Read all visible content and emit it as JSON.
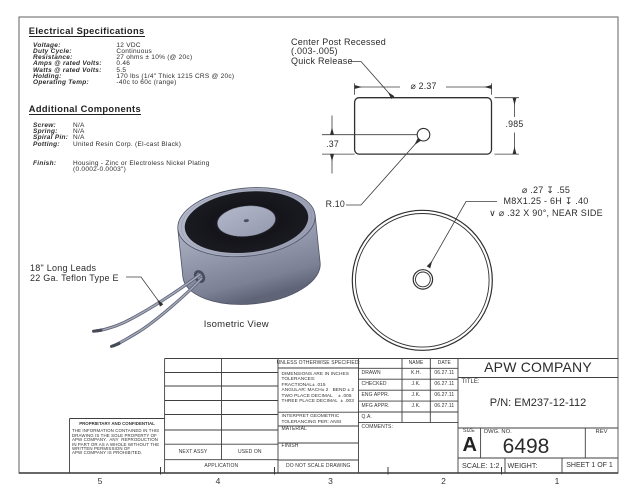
{
  "electrical_specs": {
    "heading": "Electrical Specifications",
    "rows": [
      {
        "label": "Voltage:",
        "value": "12 VDC"
      },
      {
        "label": "Duty Cycle:",
        "value": "Continuous"
      },
      {
        "label": "Resistance:",
        "value": "27 ohms ± 10% (@ 20c)"
      },
      {
        "label": "Amps @ rated Volts:",
        "value": "0.46"
      },
      {
        "label": "Watts @ rated Volts:",
        "value": "5.5"
      },
      {
        "label": "Holding:",
        "value": "170 lbs (1/4\" Thick 1215 CRS @ 20c)"
      },
      {
        "label": "Operating Temp:",
        "value": "-40c to 60c (range)"
      }
    ]
  },
  "additional_components": {
    "heading": "Additional Components",
    "rows": [
      {
        "label": "Screw:",
        "value": "N/A"
      },
      {
        "label": "Spring:",
        "value": "N/A"
      },
      {
        "label": "Spiral Pin:",
        "value": "N/A"
      },
      {
        "label": "Potting:",
        "value": "United Resin Corp. (El-cast Black)"
      }
    ],
    "finish_label": "Finish:",
    "finish_line1": "Housing - Zinc or Electroless Nickel Plating",
    "finish_line2": "(0.0002-0.0003\")"
  },
  "annotations": {
    "center_post_note": "Center Post Recessed\n(.003-.005)\nQuick Release",
    "dim_width": "⌀ 2.37",
    "dim_height": ".985",
    "dim_center": ".37",
    "radius_note": "R.10",
    "hole_callout_line1": "⌀ .27 ↧ .55",
    "hole_callout_line2": "M8X1.25 - 6H ↧ .40",
    "hole_callout_line3": "∨ ⌀ .32 X 90°, NEAR SIDE",
    "leads_note": "18\" Long Leads\n22 Ga. Teflon Type E",
    "iso_caption": "Isometric View"
  },
  "tolerance_block": {
    "header": "UNLESS OTHERWISE SPECIFIED:",
    "line1": "DIMENSIONS ARE IN INCHES",
    "line2": "TOLERANCES:",
    "line3": "FRACTIONAL± .015",
    "line4": "ANGULAR: MACH± 2   BEND ± 2",
    "line5": "TWO PLACE DECIMAL    ± .005",
    "line6": "THREE PLACE DECIMAL  ± .003",
    "interpret": "INTERPRET GEOMETRIC\nTOLERANCING PER: ANSI",
    "material_label": "MATERIAL",
    "finish_label": "FINISH",
    "no_scale": "DO NOT SCALE DRAWING"
  },
  "approvals": {
    "name_header": "NAME",
    "date_header": "DATE",
    "rows": [
      {
        "role": "DRAWN",
        "name": "K.H.",
        "date": "06.27.11"
      },
      {
        "role": "CHECKED",
        "name": "J.K.",
        "date": "06.27.11"
      },
      {
        "role": "ENG APPR.",
        "name": "J.K.",
        "date": "06.27.11"
      },
      {
        "role": "MFG APPR.",
        "name": "J.K.",
        "date": "06.27.11"
      },
      {
        "role": "Q.A.",
        "name": "",
        "date": ""
      }
    ],
    "comments_label": "COMMENTS:"
  },
  "application_block": {
    "next_assy": "NEXT ASSY",
    "used_on": "USED ON",
    "application": "APPLICATION"
  },
  "proprietary": {
    "heading": "PROPRIETARY AND CONFIDENTIAL",
    "body": "THE INFORMATION CONTAINED IN THIS\nDRAWING IS THE SOLE PROPERTY OF\nAPW COMPANY.  ANY  REPRODUCTION\nIN PART OR AS A WHOLE WITHOUT THE\nWRITTEN PERMISSION OF\nAPW COMPANY IS PROHIBITED."
  },
  "title_block": {
    "company": "APW COMPANY",
    "title_label": "TITLE:",
    "part_number": "P/N: EM237-12-112",
    "size_label": "SIZE",
    "size": "A",
    "dwg_label": "DWG.  NO.",
    "dwg_no": "6498",
    "rev_label": "REV",
    "scale": "SCALE: 1:2",
    "weight_label": "WEIGHT:",
    "sheet": "SHEET 1 OF 1"
  },
  "zones": [
    "5",
    "4",
    "3",
    "2",
    "1"
  ],
  "colors": {
    "line": "#2f2f2f",
    "body_light": "#a8adbf",
    "body_dark": "#5d6275",
    "ring_dark": "#17171d",
    "post": "#a9aec2"
  }
}
